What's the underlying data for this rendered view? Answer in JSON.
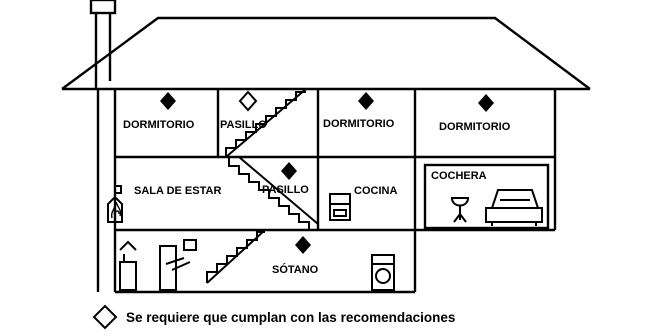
{
  "rooms": {
    "dormitorio_1": "DORMITORIO",
    "pasillo_upper": "PASILLO",
    "dormitorio_2": "DORMITORIO",
    "dormitorio_3": "DORMITORIO",
    "sala_de_estar": "SALA DE ESTAR",
    "pasillo_lower": "PASILLO",
    "cocina": "COCINA",
    "cochera": "COCHERA",
    "sotano": "SÓTANO"
  },
  "legend": {
    "symbol": "outline-diamond",
    "text": "Se requiere que cumplan con las recomendaciones"
  },
  "colors": {
    "line": "#000000",
    "background": "#ffffff"
  }
}
